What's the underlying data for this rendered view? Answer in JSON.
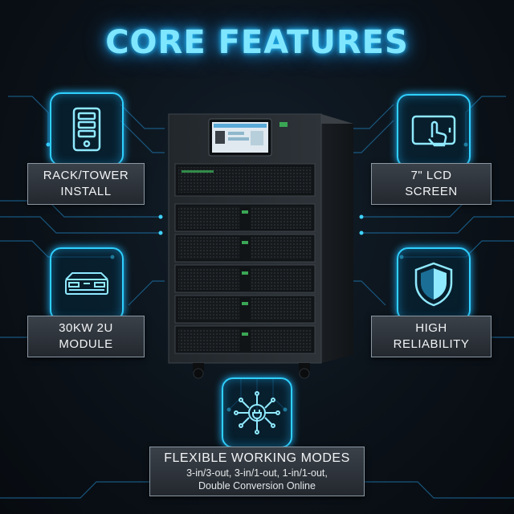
{
  "title": "CORE FEATURES",
  "colors": {
    "accent": "#2fd0ff",
    "label_bg": "#2b3137",
    "cabinet": "#1f2428"
  },
  "features": {
    "rack_tower": {
      "icon": "server-rack-icon",
      "lines": [
        "RACK/TOWER",
        "INSTALL"
      ]
    },
    "lcd_screen": {
      "icon": "touch-screen-icon",
      "lines": [
        "7\" LCD",
        "SCREEN"
      ]
    },
    "module": {
      "icon": "power-module-icon",
      "lines": [
        "30KW 2U",
        "MODULE"
      ]
    },
    "reliability": {
      "icon": "shield-icon",
      "lines": [
        "HIGH",
        "RELIABILITY"
      ]
    },
    "working_modes": {
      "icon": "circuit-plug-icon",
      "title": "FLEXIBLE WORKING MODES",
      "sub": [
        "3-in/3-out, 3-in/1-out, 1-in/1-out,",
        "Double Conversion Online"
      ]
    }
  }
}
